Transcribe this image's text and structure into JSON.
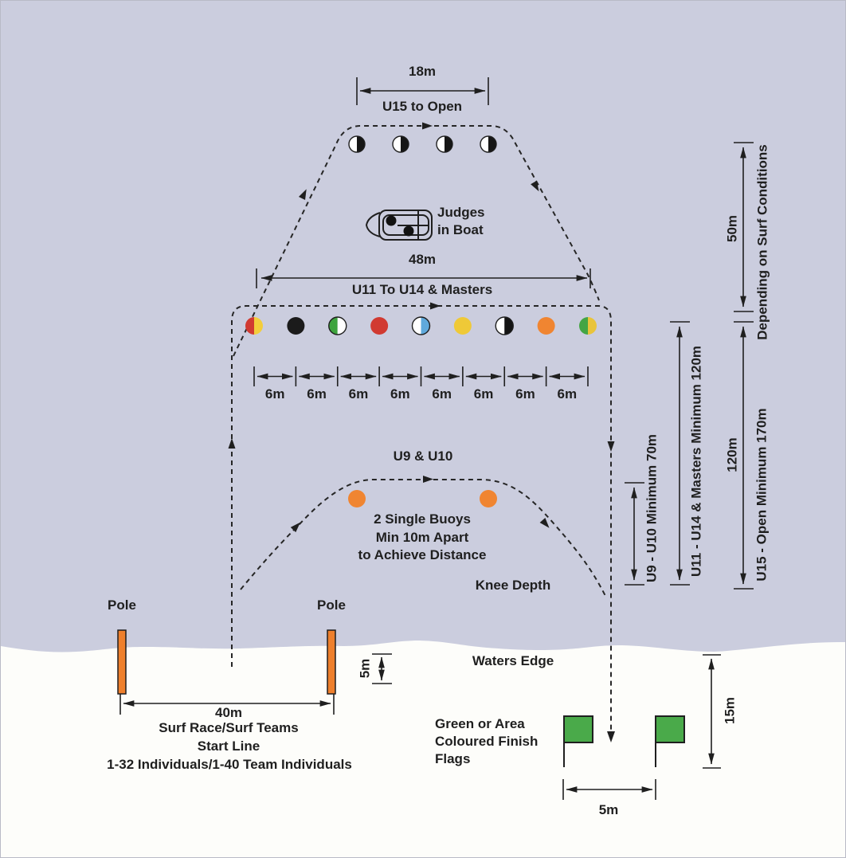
{
  "scene": {
    "colors": {
      "water": "#cbcdde",
      "sand": "#fdfdfa",
      "ink": "#1f1f1f",
      "pole_orange": "#ee7f2c",
      "flag_green": "#4aaa4a"
    },
    "top_course": {
      "width_label": "18m",
      "name": "U15 to Open",
      "buoys": [
        [
          "#ffffff",
          "#161616"
        ],
        [
          "#ffffff",
          "#161616"
        ],
        [
          "#ffffff",
          "#161616"
        ],
        [
          "#ffffff",
          "#161616"
        ]
      ]
    },
    "judges_boat": {
      "label_line1": "Judges",
      "label_line2": "in Boat"
    },
    "main_course": {
      "width_label": "48m",
      "name": "U11 To U14 & Masters",
      "buoys": [
        [
          "#d13a31",
          "#f3cd3b"
        ],
        [
          "#1b1b1b",
          "#1b1b1b"
        ],
        [
          "#3ea43e",
          "#ffffff"
        ],
        [
          "#d13a31",
          "#d13a31"
        ],
        [
          "#ffffff",
          "#5fa9dc"
        ],
        [
          "#efc937",
          "#efc937"
        ],
        [
          "#ffffff",
          "#141414"
        ],
        [
          "#f08531",
          "#f08531"
        ],
        [
          "#44a544",
          "#e9c43a"
        ]
      ],
      "spacings": [
        "6m",
        "6m",
        "6m",
        "6m",
        "6m",
        "6m",
        "6m",
        "6m"
      ]
    },
    "junior_course": {
      "name": "U9 & U10",
      "buoy_color": "#f08531",
      "note_line1": "2 Single Buoys",
      "note_line2": "Min 10m Apart",
      "note_line3": "to Achieve Distance",
      "knee_depth": "Knee Depth"
    },
    "distances": {
      "surf_zone": "50m",
      "surf_zone_note": "Depending on Surf Conditions",
      "mid_zone": "120m",
      "u9": "U9 - U10 Minimum 70m",
      "u11": "U11 - U14 & Masters Minimum 120m",
      "u15": "U15 - Open Minimum 170m"
    },
    "start": {
      "pole_left": "Pole",
      "pole_right": "Pole",
      "surf_offset": "5m",
      "width": "40m",
      "caption_line1": "Surf Race/Surf Teams",
      "caption_line2": "Start Line",
      "caption_line3": "1-32 Individuals/1-40 Team Individuals"
    },
    "finish": {
      "waters_edge": "Waters Edge",
      "flags_note_line1": "Green or Area",
      "flags_note_line2": "Coloured Finish",
      "flags_note_line3": "Flags",
      "beach_depth": "15m",
      "flag_gap": "5m"
    }
  }
}
